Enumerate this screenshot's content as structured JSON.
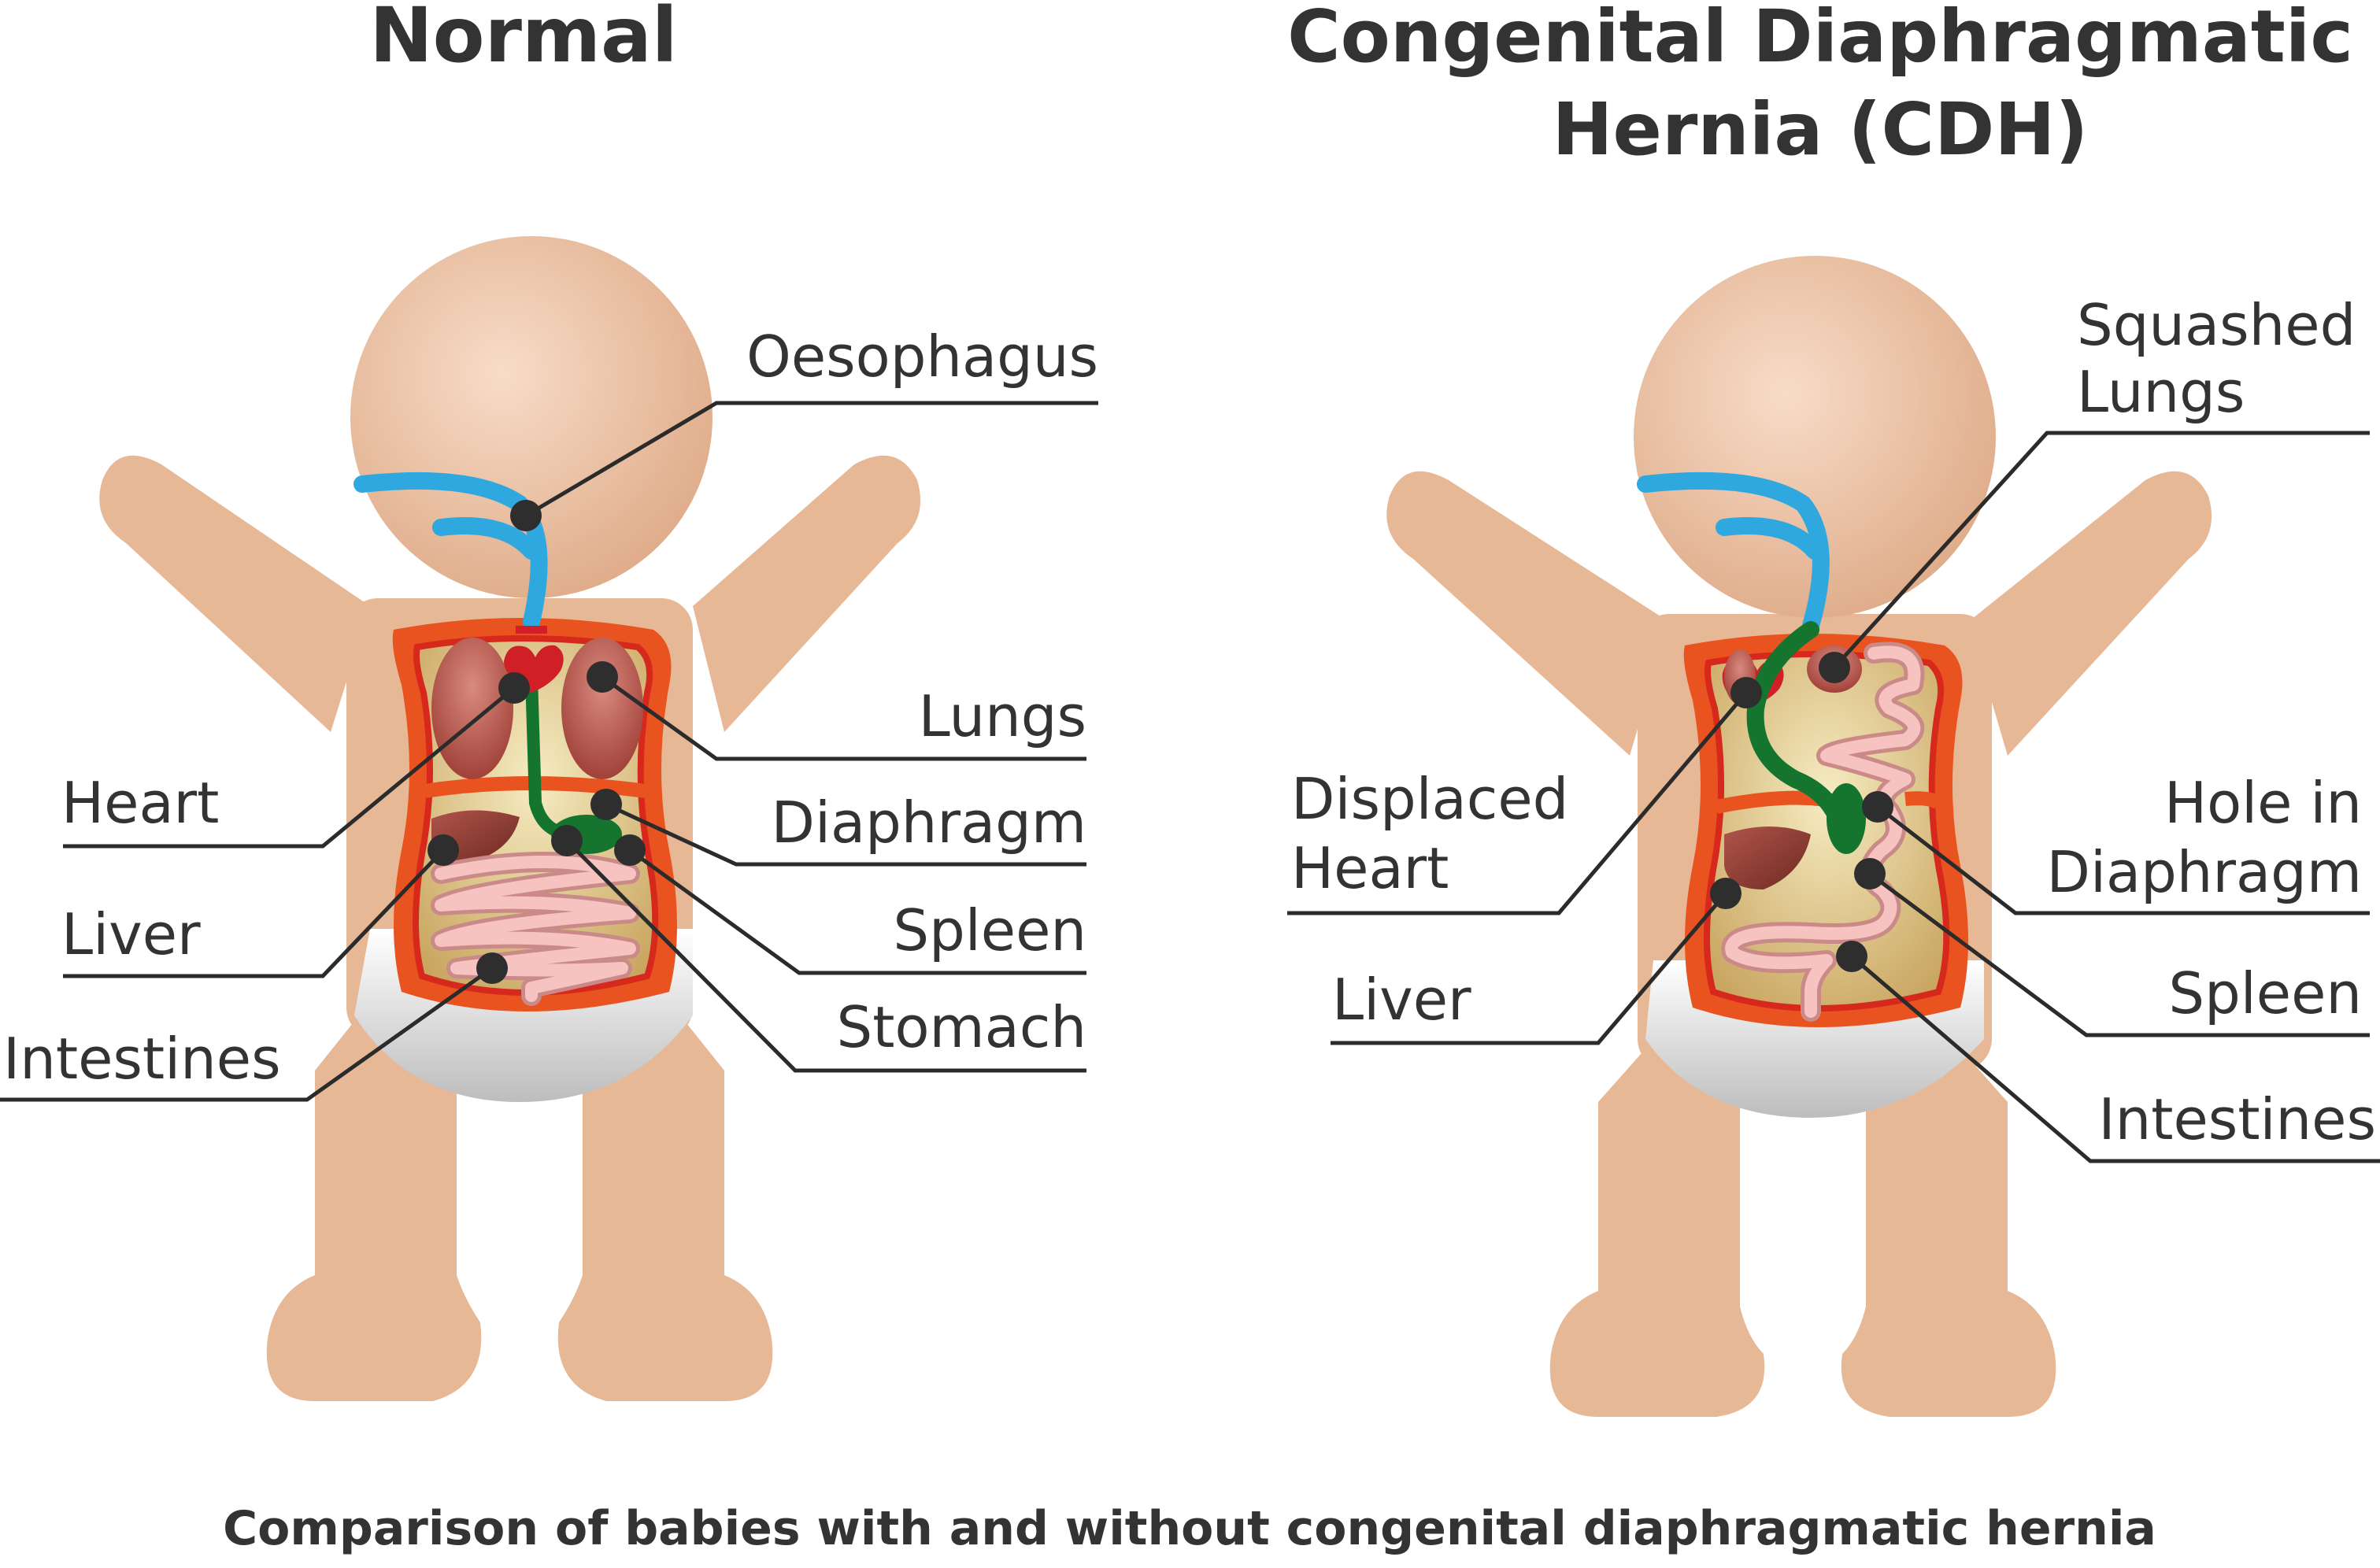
{
  "colors": {
    "skin": "#e7b896",
    "head_gradient": [
      "#f7d7c2",
      "#e0ad8b"
    ],
    "torso_border": "#e8531f",
    "torso_inner_rim": "#d6281c",
    "cavity": "#ead9a6",
    "oesophagus": "#2ea8de",
    "stomach_green": "#15752f",
    "heart": "#d01f27",
    "lungs": "#b5524b",
    "liver": "#8e3b2f",
    "intestine": "#f6c3c0",
    "diaper": "#d9d9d9",
    "text": "#333333"
  },
  "normal": {
    "title": "Normal",
    "labels": {
      "oesophagus": "Oesophagus",
      "heart": "Heart",
      "lungs": "Lungs",
      "diaphragm": "Diaphragm",
      "liver": "Liver",
      "spleen": "Spleen",
      "stomach": "Stomach",
      "intestines": "Intestines"
    }
  },
  "cdh": {
    "title_line1": "Congenital Diaphragmatic",
    "title_line2": "Hernia (CDH)",
    "labels": {
      "squashed_lungs_1": "Squashed",
      "squashed_lungs_2": "Lungs",
      "displaced_heart_1": "Displaced",
      "displaced_heart_2": "Heart",
      "hole_1": "Hole in",
      "hole_2": "Diaphragm",
      "liver": "Liver",
      "spleen": "Spleen",
      "intestines": "Intestines"
    }
  },
  "caption": "Comparison of babies with and without congenital diaphragmatic hernia"
}
